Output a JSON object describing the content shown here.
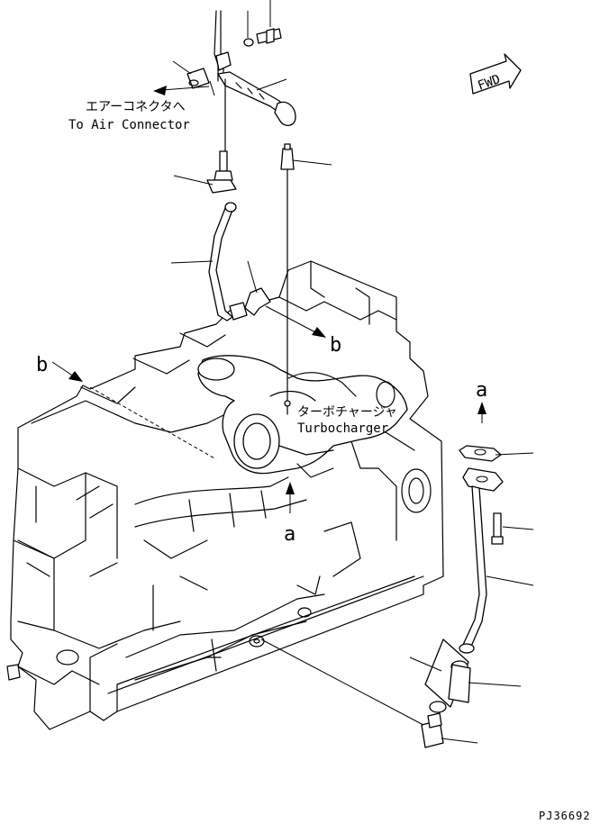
{
  "labels": {
    "air_connector_jp": "エアーコネクタへ",
    "air_connector_en": "To Air Connector",
    "turbo_jp": "ターボチャージャ",
    "turbo_en": "Turbocharger",
    "fwd": "FWD",
    "ref_a_top": "a",
    "ref_a_bottom": "a",
    "ref_b_right": "b",
    "ref_b_left": "b",
    "drawing_code": "PJ36692"
  }
}
